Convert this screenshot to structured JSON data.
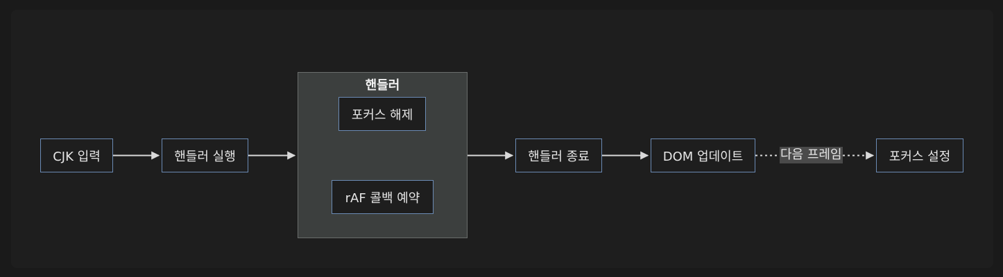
{
  "nodes": {
    "cjk_input": "CJK 입력",
    "handler_run": "핸들러 실행",
    "focus_release": "포커스 해제",
    "raf_schedule": "rAF 콜백 예약",
    "handler_end": "핸들러 종료",
    "dom_update": "DOM 업데이트",
    "focus_set": "포커스 설정"
  },
  "group": {
    "title": "핸들러"
  },
  "edges": {
    "next_frame_label": "다음 프레임"
  },
  "colors": {
    "node_border": "#6b8bb5",
    "group_fill": "#3c3f3e",
    "edge": "#d9d9d9"
  }
}
